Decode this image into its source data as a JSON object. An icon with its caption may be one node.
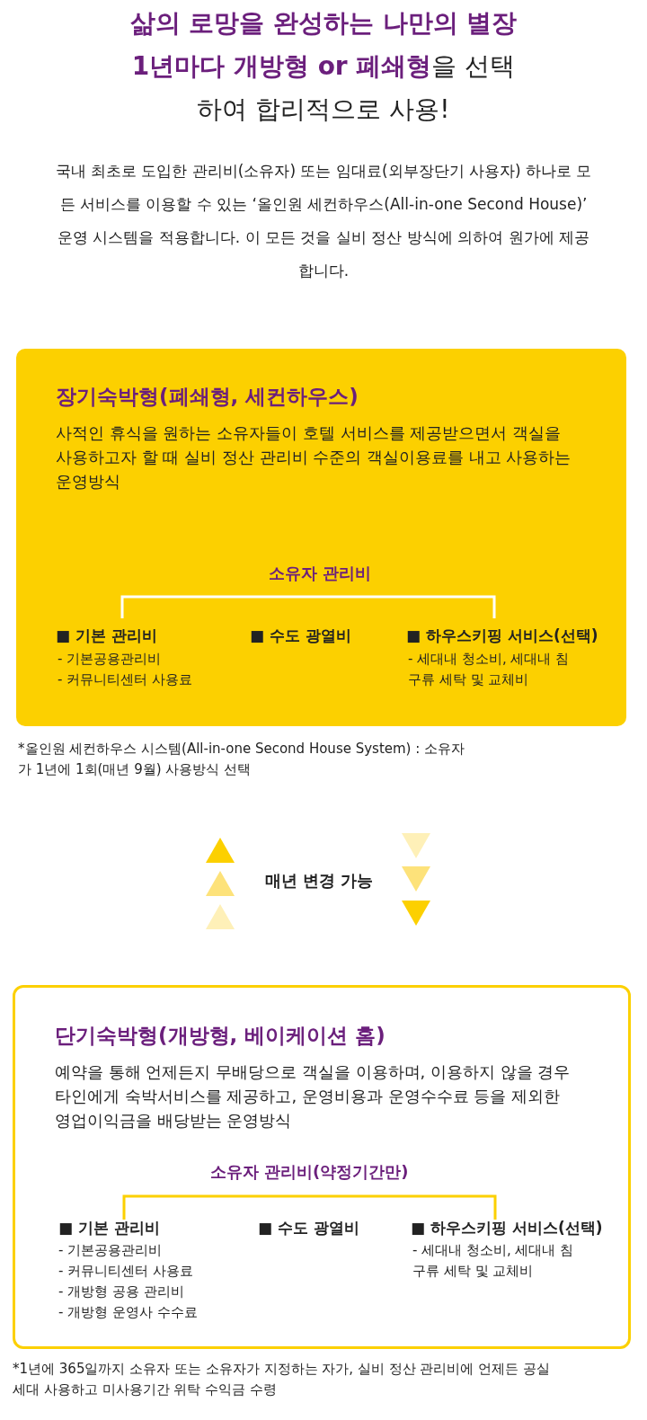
{
  "diagram": {
    "title": "**삶의 로망을 완성하는 나만의 별장 1년마다 개방형 or 폐쇄형**을 선택하여 합리적으로 사용!",
    "nodes": [
      {
        "text": [
          "장기숙박형(폐쇄형, 세컨하우스)",
          "사적인 휴식을 원하는 소유자들이 호텔 서비스를 제공받으면서 객실을 사용하고자 할 때 실비 정산 관리비 수준의 객실이용료를 내고 사용하는 운영방식"
        ]
      },
      {
        "text": [
          "단기숙박형(개방형, 베이케이션 홈)",
          "예약을 통해 언제든지 무배당으로 객실을 이용하며, 이용하지 않을 경우 타인에게 숙박서비스를 제공하고, 운영비용과 운영수수료 등을 제외한 영업이익금을 배당받는 운영방식"
        ]
      }
    ],
    "labels": [
      "국내 최초로 도입한 관리비(소유자) 또는 임대료(외부장단기 사용자) 하나로 모든 서비스를 이용할 수 있는 ‘올인원 세컨하우스(All-in-one Second House)’ 운영 시스템을 적용합니다. 이 모든 것을 실비 정산 방식에 의하여 원가에 제공합니다.",
      "소유자 관리비",
      "■ 기본 관리비",
      "■ 수도 광열비",
      "■ 하우스키핑 서비스(선택)",
      "- 기본공용관리비",
      "- 커뮤니티센터 사용료",
      "- 세대내 청소비, 세대내 침구류 세탁 및 교체비",
      "*올인원 세컨하우스 시스템(All-in-one Second House System) : 소유자가 1년에 1회(매년 9월) 사용방식 선택",
      "매년 변경 가능",
      "소유자 관리비(약정기간만)",
      "■ 기본 관리비",
      "■ 수도 광열비",
      "■ 하우스키핑 서비스(선택)",
      "- 기본공용관리비",
      "- 커뮤니티센터 사용료",
      "- 개방형 공용 관리비",
      "- 개방형 운영사 수수료",
      "- 세대내 청소비, 세대내 침구류 세탁 및 교체비",
      "*1년에 365일까지 소유자 또는 소유자가 지정하는 자가, 실비 정산 관리비에 언제든 공실 세대 사용하고 미사용기간 위탁 수익금 수령"
    ]
  }
}
